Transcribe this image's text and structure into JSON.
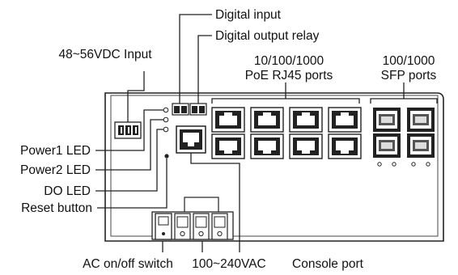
{
  "labels": {
    "digital_input": "Digital input",
    "digital_output_relay": "Digital output relay",
    "dc_input": "48~56VDC Input",
    "poe_line1": "10/100/1000",
    "poe_line2": "PoE RJ45 ports",
    "sfp_line1": "100/1000",
    "sfp_line2": "SFP ports",
    "power1_led": "Power1 LED",
    "power2_led": "Power2 LED",
    "do_led": "DO LED",
    "reset_button": "Reset button",
    "ac_switch": "AC on/off switch",
    "ac_input": "100~240VAC",
    "console_port": "Console port"
  },
  "counts": {
    "poe_ports": 8,
    "sfp_ports": 4,
    "ac_terminals": 3
  }
}
